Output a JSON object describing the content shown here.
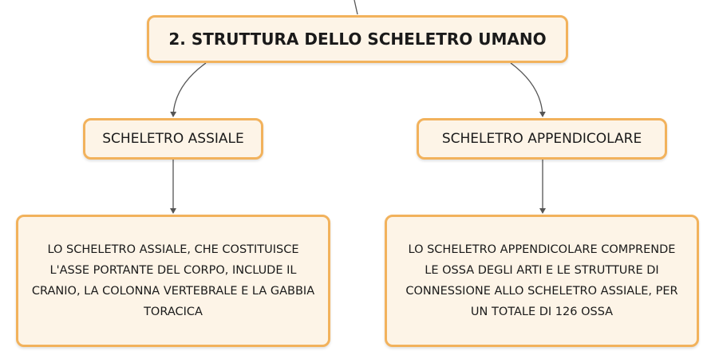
{
  "diagram": {
    "title": "2. STRUTTURA DELLO SCHELETRO UMANO",
    "branches": [
      {
        "label": "SCHELETRO ASSIALE",
        "description": "LO SCHELETRO ASSIALE, CHE COSTITUISCE L'ASSE PORTANTE DEL CORPO, INCLUDE IL CRANIO, LA COLONNA VERTEBRALE E LA GABBIA TORACICA"
      },
      {
        "label": "SCHELETRO APPENDICOLARE",
        "description": "LO SCHELETRO APPENDICOLARE COMPRENDE LE OSSA DEGLI ARTI E LE STRUTTURE DI CONNESSIONE ALLO SCHELETRO ASSIALE, PER UN TOTALE DI 126 OSSA"
      }
    ]
  },
  "colors": {
    "node_border": "#f2b25c",
    "node_fill": "#fdf4e7",
    "connector": "#555555"
  }
}
